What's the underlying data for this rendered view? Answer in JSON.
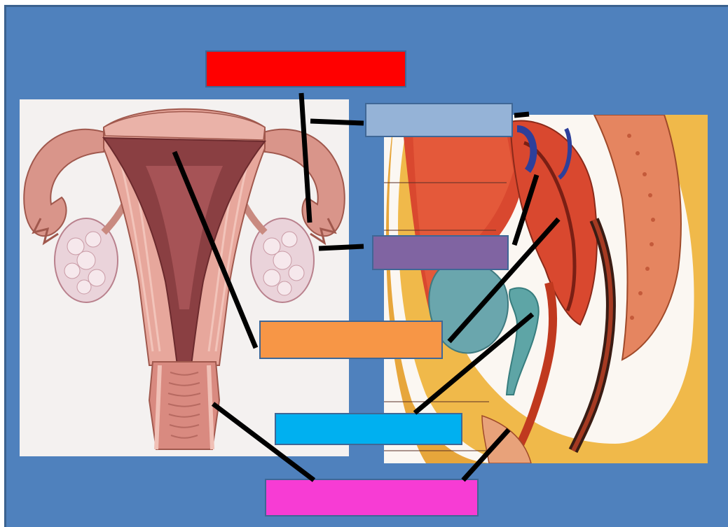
{
  "colors": {
    "background": "#4f81bd",
    "label_red": "#ff0000",
    "label_lightblue": "#95b3d7",
    "label_purple": "#8064a2",
    "label_orange": "#f79646",
    "label_cyan": "#00b0f0",
    "label_magenta": "#f73cd4",
    "leader_line": "#000000"
  },
  "labels": [
    {
      "id": "red",
      "text": ""
    },
    {
      "id": "lightblue",
      "text": ""
    },
    {
      "id": "purple",
      "text": ""
    },
    {
      "id": "orange",
      "text": ""
    },
    {
      "id": "cyan",
      "text": ""
    },
    {
      "id": "magenta",
      "text": ""
    }
  ],
  "images": {
    "left": "uterus-frontal-view-illustration",
    "right": "female-pelvis-sagittal-section-illustration"
  }
}
